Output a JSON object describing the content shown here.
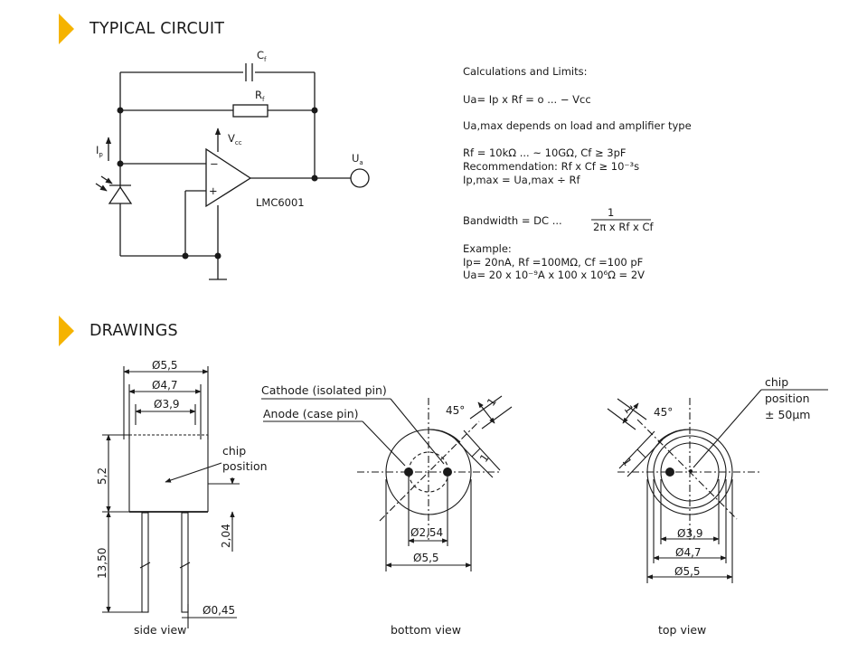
{
  "accent_color": "#f5b300",
  "sections": {
    "circuit": {
      "title": "TYPICAL CIRCUIT"
    },
    "drawings": {
      "title": "DRAWINGS"
    }
  },
  "circuit": {
    "cf": "C",
    "cf_sub": "f",
    "rf": "R",
    "rf_sub": "f",
    "vcc": "V",
    "vcc_sub": "cc",
    "ip": "I",
    "ip_sub": "p",
    "ua": "U",
    "ua_sub": "a",
    "minus": "−",
    "plus": "+",
    "opamp": "LMC6001"
  },
  "calculations": {
    "heading": "Calculations and Limits:",
    "line1": "Ua= Ip x Rf = o ... − Vcc",
    "line2": "Ua,max depends on load and amplifier type",
    "line3": "Rf = 10kΩ ... ~ 10GΩ, Cf ≥ 3pF",
    "line4": "Recommendation: Rf x Cf ≥ 10⁻³s",
    "line5": "Ip,max = Ua,max ÷ Rf",
    "bandwidth_label": "Bandwidth = DC ...",
    "bandwidth_num": "1",
    "bandwidth_den": "2π x Rf x Cf",
    "example_heading": "Example:",
    "example1": "Ip= 20nA, Rf =100MΩ, Cf =100 pF",
    "example2": "Ua= 20 x 10⁻⁹A x 100 x 10⁶Ω = 2V"
  },
  "side_view": {
    "d55": "Ø5,5",
    "d47": "Ø4,7",
    "d39": "Ø3,9",
    "h52": "5,2",
    "h204": "2,04",
    "h1350": "13,50",
    "pin": "Ø0,45",
    "chip1": "chip",
    "chip2": "position",
    "caption": "side view"
  },
  "bottom_view": {
    "cathode": "Cathode (isolated pin)",
    "anode": "Anode (case pin)",
    "angle": "45°",
    "one_a": "1",
    "one_b": "1",
    "d254": "Ø2,54",
    "d55": "Ø5,5",
    "caption": "bottom view"
  },
  "top_view": {
    "chip1": "chip",
    "chip2": "position",
    "chip3": "± 50µm",
    "angle": "45°",
    "one_a": "1",
    "one_b": "1",
    "d39": "Ø3,9",
    "d47": "Ø4,7",
    "d55": "Ø5,5",
    "caption": "top view"
  }
}
